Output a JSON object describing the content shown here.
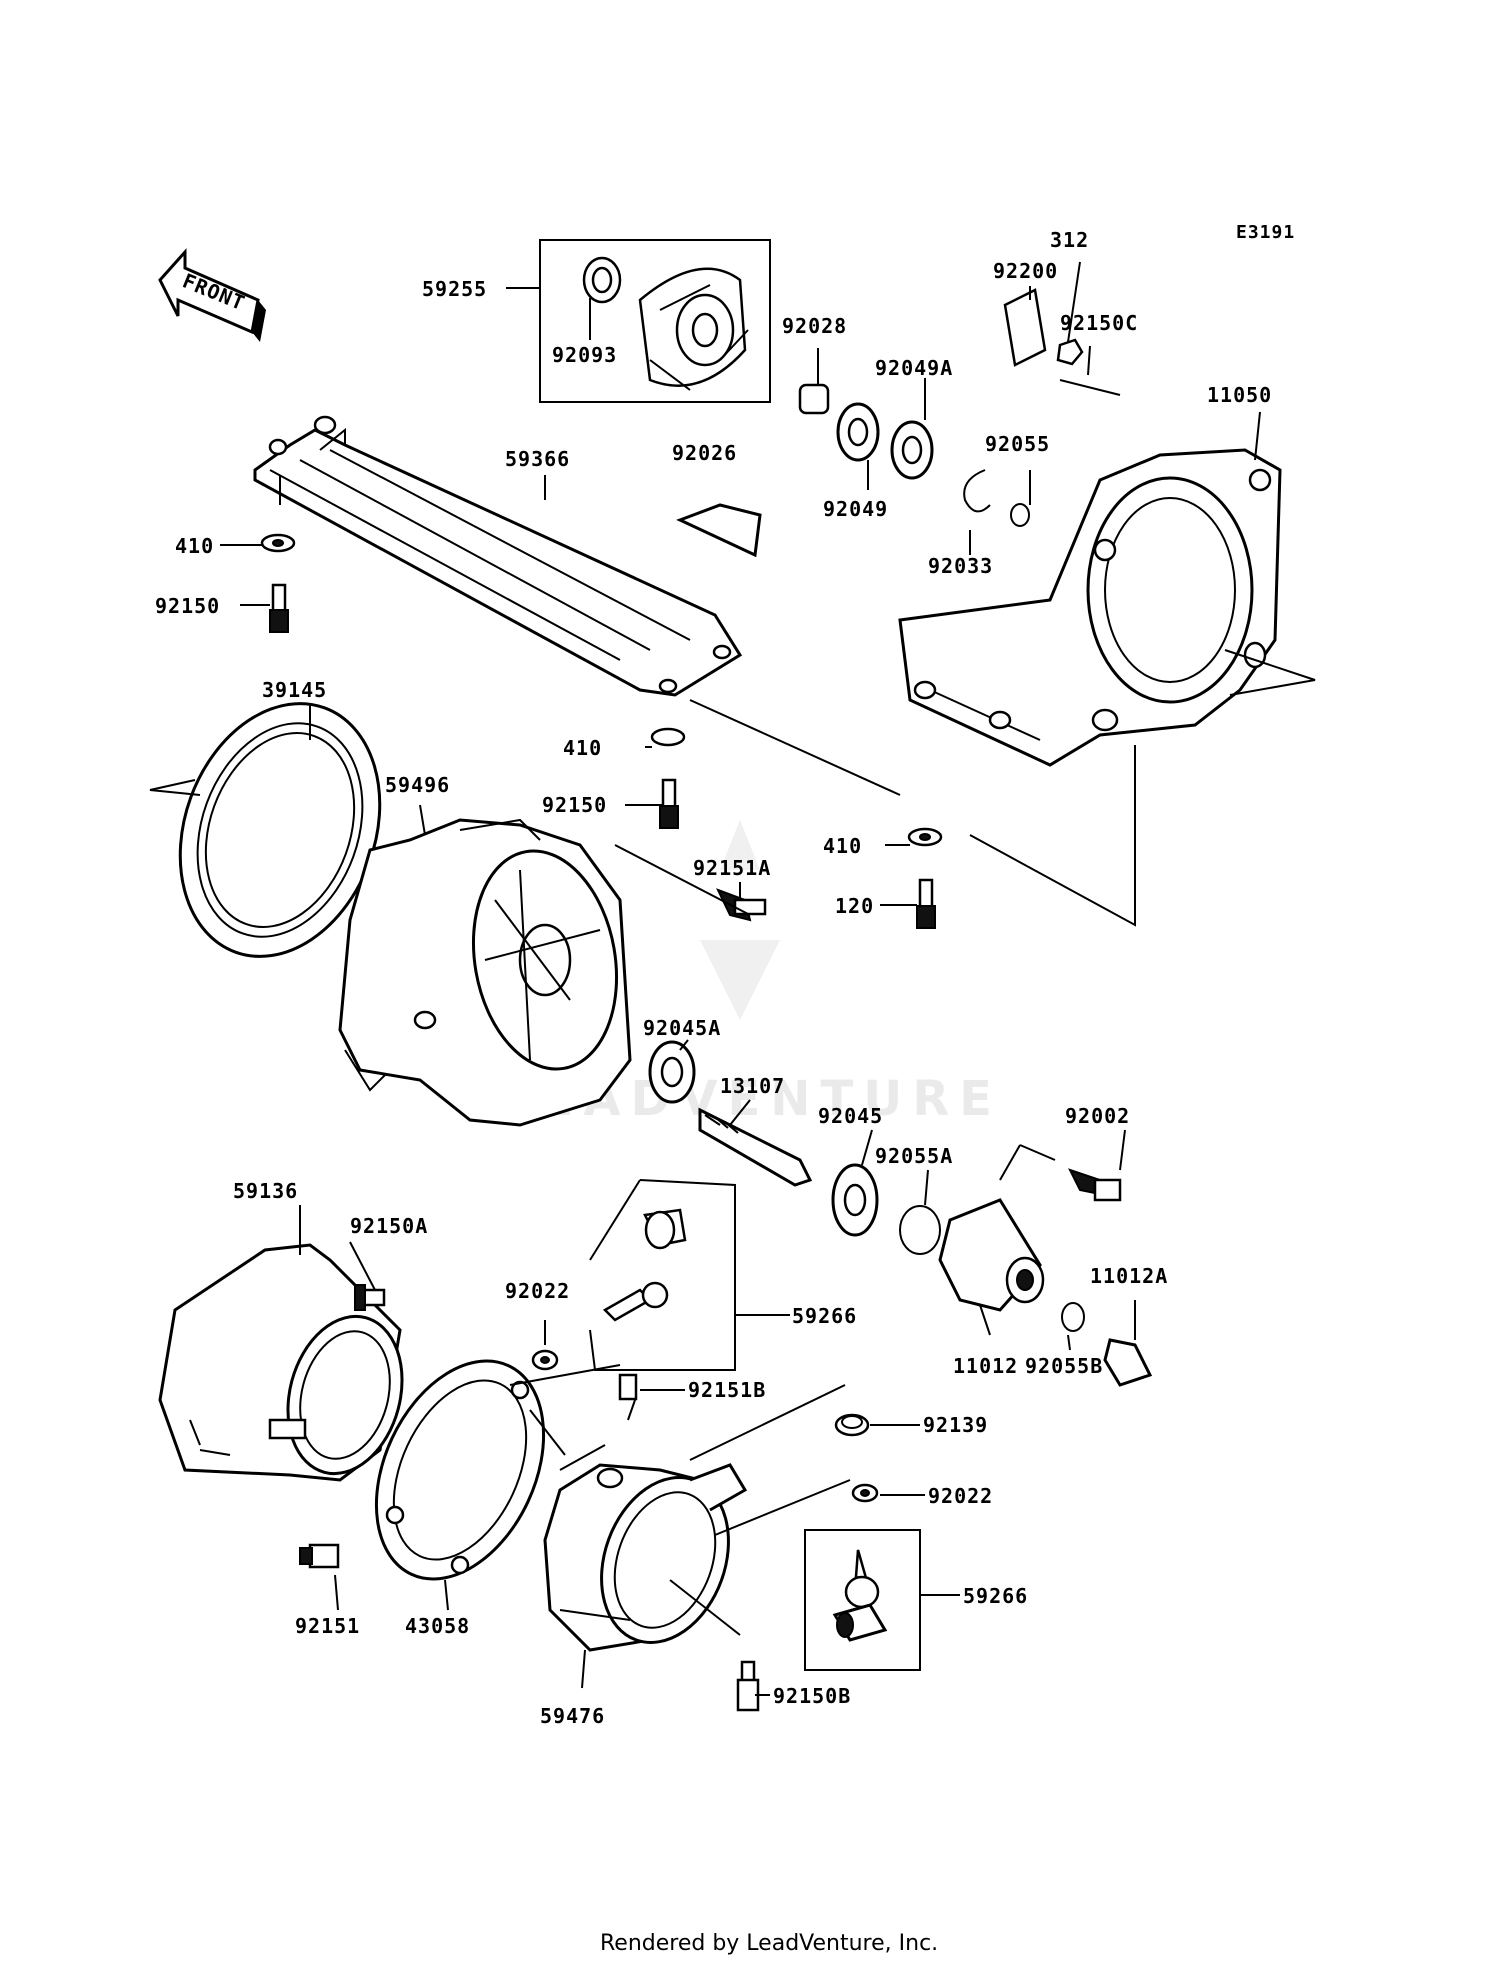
{
  "diagram": {
    "code": "E3191",
    "front_label": "FRONT",
    "watermark": "LEADVENTURE",
    "footer": "Rendered by LeadVenture, Inc.",
    "parts": {
      "p59255": "59255",
      "p92093": "92093",
      "p92028": "92028",
      "p312": "312",
      "p92200": "92200",
      "p92150C": "92150C",
      "p92049A": "92049A",
      "p11050": "11050",
      "p92055": "92055",
      "p59366": "59366",
      "p92026": "92026",
      "p92049": "92049",
      "p410a": "410",
      "p92033": "92033",
      "p92150a": "92150",
      "p39145": "39145",
      "p410b": "410",
      "p59496": "59496",
      "p92150b": "92150",
      "p410c": "410",
      "p92151A": "92151A",
      "p120": "120",
      "p92045A": "92045A",
      "p13107": "13107",
      "p92045": "92045",
      "p92002": "92002",
      "p92055A": "92055A",
      "p59136": "59136",
      "p92150A": "92150A",
      "p11012A": "11012A",
      "p92022a": "92022",
      "p59266a": "59266",
      "p11012": "11012",
      "p92055B": "92055B",
      "p92151B": "92151B",
      "p92139": "92139",
      "p92022b": "92022",
      "p59266b": "59266",
      "p92151": "92151",
      "p43058": "43058",
      "p92150B": "92150B",
      "p59476": "59476"
    }
  }
}
